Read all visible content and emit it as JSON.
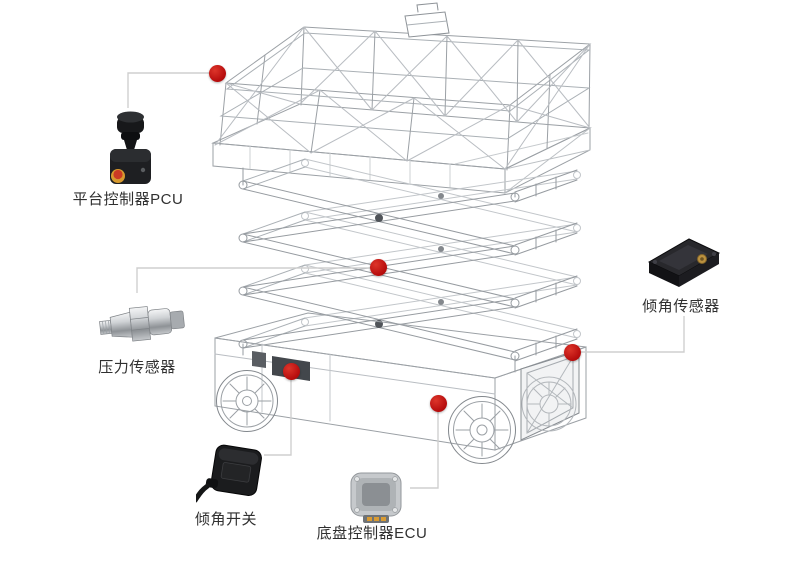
{
  "diagram": {
    "subject": "scissor-lift-components",
    "marker_color": "#b80e0e",
    "line_color": "#cfcfcf",
    "callouts": [
      {
        "id": "pcu",
        "label": "平台控制器PCU"
      },
      {
        "id": "pressure-sensor",
        "label": "压力传感器"
      },
      {
        "id": "tilt-switch",
        "label": "倾角开关"
      },
      {
        "id": "ecu",
        "label": "底盘控制器ECU"
      },
      {
        "id": "tilt-sensor",
        "label": "倾角传感器"
      }
    ]
  }
}
